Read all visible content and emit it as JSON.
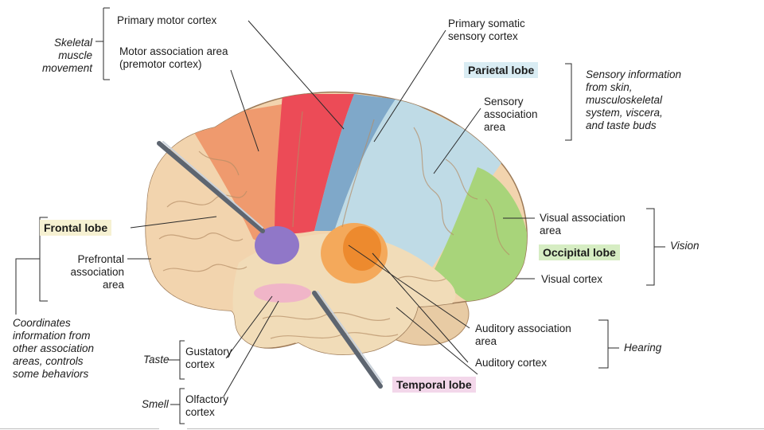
{
  "labels": {
    "skeletal": "Skeletal\nmuscle\nmovement",
    "primary_motor": "Primary motor cortex",
    "motor_assoc": "Motor association area\n(premotor cortex)",
    "primary_somatic": "Primary somatic\nsensory cortex",
    "parietal_lobe": "Parietal lobe",
    "sensory_info": "Sensory information\nfrom skin,\nmusculoskeletal\nsystem, viscera,\nand taste buds",
    "sensory_assoc": "Sensory\nassociation\narea",
    "frontal_lobe": "Frontal lobe",
    "prefrontal": "Prefrontal\nassociation\narea",
    "coordinates": "Coordinates\ninformation from\nother association\nareas, controls\nsome behaviors",
    "visual_assoc": "Visual association\narea",
    "occipital_lobe": "Occipital lobe",
    "vision": "Vision",
    "visual_cortex": "Visual cortex",
    "auditory_assoc": "Auditory association\narea",
    "hearing": "Hearing",
    "auditory_cortex": "Auditory cortex",
    "taste": "Taste",
    "gustatory": "Gustatory\ncortex",
    "smell": "Smell",
    "olfactory": "Olfactory\ncortex",
    "temporal_lobe": "Temporal lobe"
  },
  "colors": {
    "frontal": "#f2d4ae",
    "motor_assoc": "#ef9a6e",
    "primary_motor": "#ec4b57",
    "somatic": "#7fa8c9",
    "parietal": "#bfdbe6",
    "occipital": "#a8d47a",
    "temporal": "#f1dcb8",
    "auditory_assoc": "#f4a95b",
    "auditory": "#ed8a2e",
    "insula": "#9077c8",
    "gustatory": "#f0b5c8",
    "parietal_label_bg": "#d9ecf3",
    "occipital_label_bg": "#d6edc3",
    "frontal_label_bg": "#f6f1d2",
    "temporal_label_bg": "#f3d7ea"
  }
}
